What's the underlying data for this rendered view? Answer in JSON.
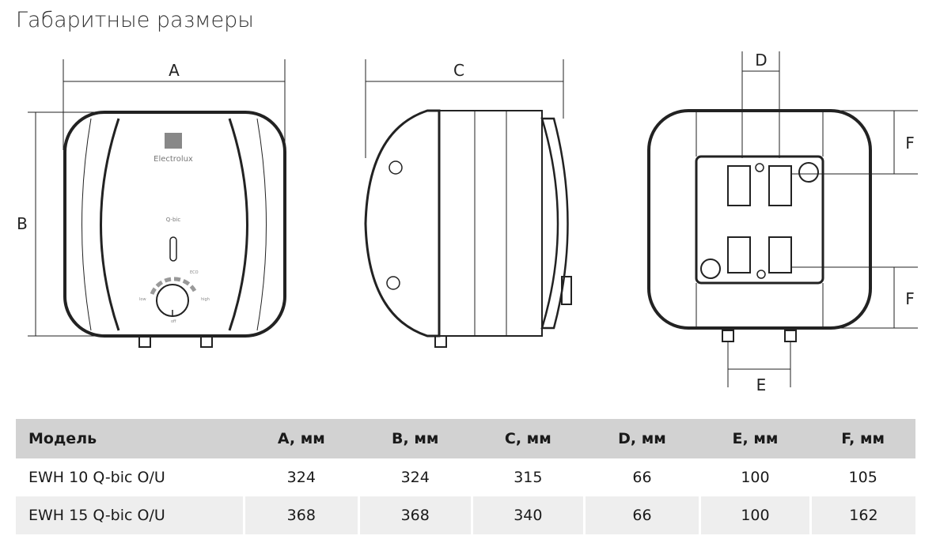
{
  "title": "Габаритные размеры",
  "labels": {
    "a": "A",
    "b": "B",
    "c": "C",
    "d": "D",
    "e": "E",
    "f1": "F",
    "f2": "F"
  },
  "product": {
    "brand": "Electrolux",
    "model": "Q-bic",
    "low": "low",
    "eco": "ECO",
    "high": "high",
    "off": "off"
  },
  "table": {
    "headers": [
      "Модель",
      "A, мм",
      "B, мм",
      "C, мм",
      "D, мм",
      "E, мм",
      "F, мм"
    ],
    "rows": [
      [
        "EWH 10 Q-bic O/U",
        "324",
        "324",
        "315",
        "66",
        "100",
        "105"
      ],
      [
        "EWH 15 Q-bic O/U",
        "368",
        "368",
        "340",
        "66",
        "100",
        "162"
      ]
    ]
  }
}
